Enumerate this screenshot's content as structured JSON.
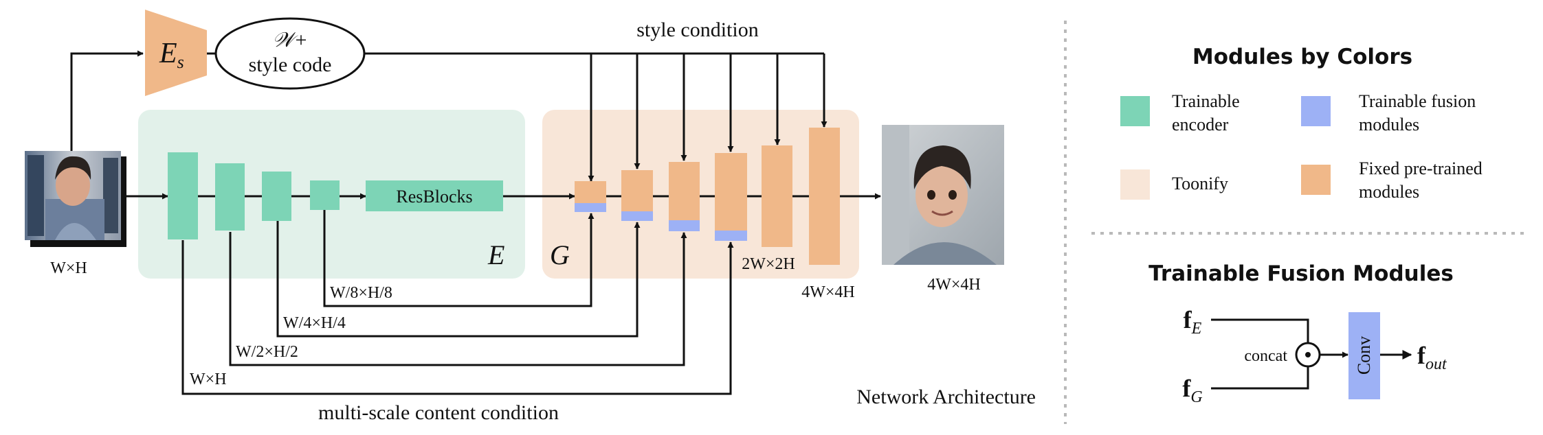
{
  "colors": {
    "trainable_encoder": "#7DD4B6",
    "trainable_fusion": "#9DB1F5",
    "toonify_bg": "#F8E6D8",
    "encoder_bg": "#E2F1EA",
    "fixed_pretrained": "#F0B889",
    "line": "#111111",
    "divider": "#B9B9B9"
  },
  "architecture": {
    "style_encoder_label": "E",
    "style_encoder_sub": "s",
    "style_code_line1": "𝒲+",
    "style_code_line2": "style code",
    "style_condition": "style condition",
    "resblocks": "ResBlocks",
    "encoder_label": "E",
    "generator_label": "G",
    "input_size": "W×H",
    "output_size": "4W×4H",
    "gen_2x_label": "2W×2H",
    "gen_4x_label": "4W×4H",
    "skip_labels": [
      "W/8×H/8",
      "W/4×H/4",
      "W/2×H/2",
      "W×H"
    ],
    "content_condition": "multi-scale content condition",
    "caption": "Network Architecture"
  },
  "legend": {
    "title": "Modules by Colors",
    "items": [
      {
        "line1": "Trainable",
        "line2": "encoder",
        "color_key": "trainable_encoder"
      },
      {
        "line1": "Trainable fusion",
        "line2": "modules",
        "color_key": "trainable_fusion"
      },
      {
        "line1": "Toonify",
        "line2": "",
        "color_key": "toonify_bg"
      },
      {
        "line1": "Fixed pre-trained",
        "line2": "modules",
        "color_key": "fixed_pretrained"
      }
    ]
  },
  "fusion": {
    "title": "Trainable Fusion Modules",
    "f_symbol": "f",
    "input1_sub": "E",
    "input2_sub": "G",
    "concat": "concat",
    "conv": "Conv",
    "output_sub": "out"
  }
}
